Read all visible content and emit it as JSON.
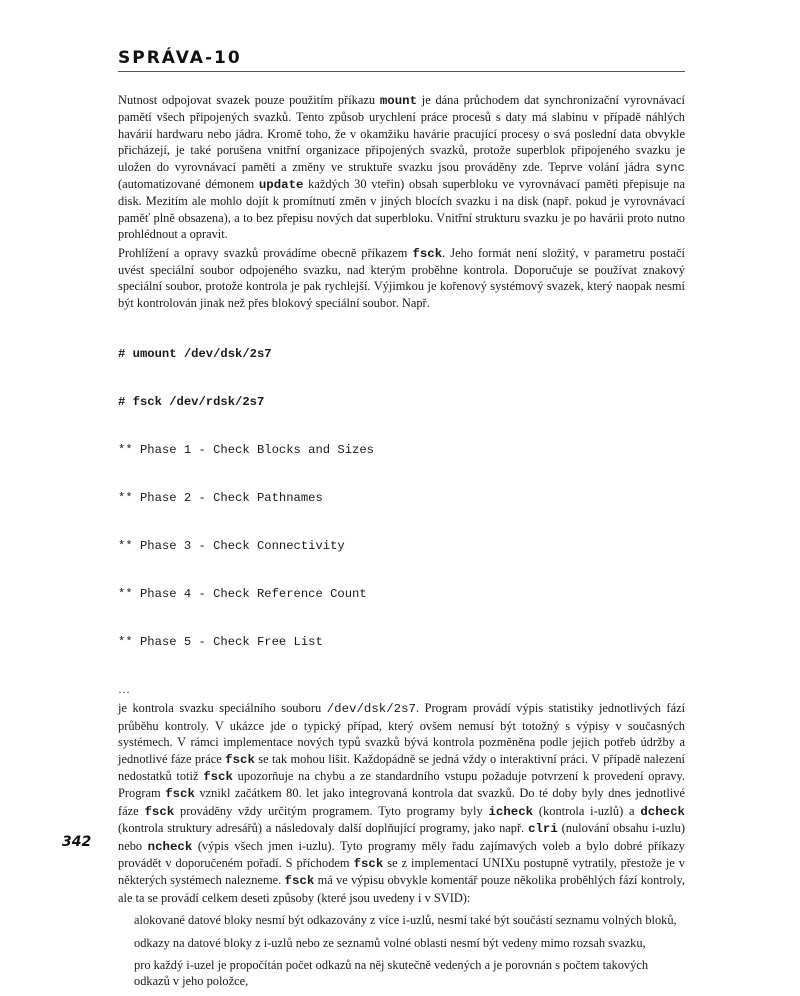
{
  "header": {
    "title": "SPRÁVA-10"
  },
  "page_number": "342",
  "paragraph1": {
    "t1": "Nutnost odpojovat svazek pouze použitím příkazu ",
    "c1": "mount",
    "t2": " je dána průchodem dat synchronizační vyrovnávací pamětí všech připojených svazků. Tento způsob urychlení práce procesů s daty má slabinu v případě náhlých havárií hardwaru nebo jádra. Kromě toho, že v okamžiku havárie pracující procesy o svá poslední data obvykle přicházejí, je také porušena vnitřní organizace připojených svazků, protože superblok připojeného svazku je uložen do vyrovnávací paměti a změny ve struktuře svazku jsou prováděny zde. Teprve volání jádra ",
    "c2": "sync",
    "t3": " (automatizované démonem ",
    "c3": "update",
    "t4": " každých 30 vteřin) obsah superbloku ve vyrovnávací paměti přepisuje na disk. Mezitím ale mohlo dojít k promítnutí změn v jiných blocích svazku i na disk (např. pokud je vyrovnávací paměť plně obsazena), a to bez přepisu nových dat superbloku. Vnitřní strukturu svazku je po havárii proto nutno prohlédnout a opravit."
  },
  "paragraph2": {
    "t1": "Prohlížení a opravy svazků provádíme obecně příkazem ",
    "c1": "fsck",
    "t2": ". Jeho formát není složitý, v parametru postačí uvést speciální soubor odpojeného svazku, nad kterým proběhne kontrola. Doporučuje se používat znakový speciální soubor, protože kontrola je pak rychlejší. Výjimkou je kořenový systémový svazek, který naopak nesmí být kontrolován jinak než přes blokový speciální soubor. Např."
  },
  "code_block": [
    "# umount /dev/dsk/2s7",
    "# fsck /dev/rdsk/2s7",
    "** Phase 1 - Check Blocks and Sizes",
    "** Phase 2 - Check Pathnames",
    "** Phase 3 - Check Connectivity",
    "** Phase 4 - Check Reference Count",
    "** Phase 5 - Check Free List"
  ],
  "ellipsis": "…",
  "paragraph3": {
    "t1": "je kontrola svazku speciálního souboru ",
    "c1": "/dev/dsk/2s7",
    "t2": ". Program provádí výpis statistiky jednotlivých fází průběhu kontroly. V ukázce jde o typický případ, který ovšem nemusí být totožný s výpisy v současných systémech. V rámci implementace nových typů svazků bývá kontrola pozměněna podle jejich potřeb údržby a jednotlivé fáze práce ",
    "c2": "fsck",
    "t3": " se tak mohou lišit. Každopádně se jedná vždy o interaktivní práci. V případě nalezení nedostatků totiž ",
    "c3": "fsck",
    "t4": " upozorňuje na chybu a ze standardního vstupu požaduje potvrzení k provedení opravy. Program ",
    "c4": "fsck",
    "t5": " vznikl začátkem 80. let jako integrovaná kontrola dat svazků. Do té doby byly dnes jednotlivé fáze ",
    "c5": "fsck",
    "t6": " prováděny vždy určitým programem. Tyto programy byly ",
    "c6": "icheck",
    "t7": " (kontrola i-uzlů) a ",
    "c7": "dcheck",
    "t8": " (kontrola struktury adresářů) a následovaly další doplňující programy, jako např. ",
    "c8": "clri",
    "t9": " (nulování obsahu i-uzlu) nebo ",
    "c9": "ncheck",
    "t10": " (výpis všech jmen i-uzlu). Tyto programy měly řadu zajímavých voleb a bylo dobré příkazy provádět v doporučeném pořadí. S příchodem ",
    "c10": "fsck",
    "t11": " se z implementací UNIXu postupně vytratily, přestože je v některých systémech nalezneme. ",
    "c11": "fsck",
    "t12": " má ve výpisu obvykle komentář pouze několika proběhlých fází kontroly, ale ta se provádí celkem deseti způsoby (které jsou uvedeny i v SVID):"
  },
  "bullets": [
    "alokované datové bloky nesmí být odkazovány z více i-uzlů, nesmí také být součástí seznamu volných bloků,",
    "odkazy na datové bloky z i-uzlů nebo ze seznamů volné oblasti nesmí být vedeny mimo rozsah svazku,",
    "pro každý i-uzel je propočítán počet odkazů na něj skutečně vedených a je porovnán s počtem takových odkazů v jeho položce,"
  ]
}
